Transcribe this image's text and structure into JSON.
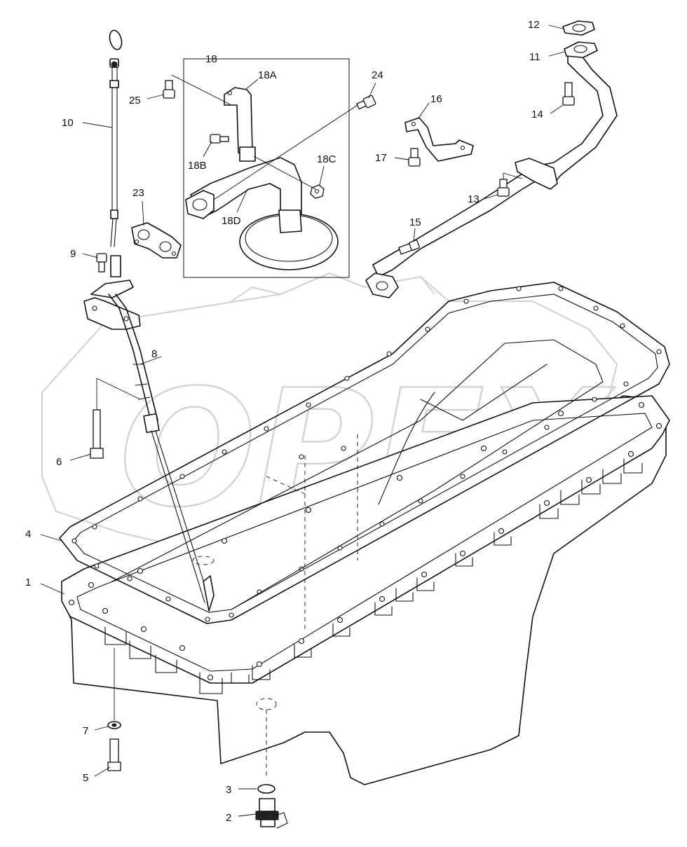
{
  "watermark": {
    "text": "OPEX"
  },
  "callouts": {
    "c1": "1",
    "c2": "2",
    "c3": "3",
    "c4": "4",
    "c5": "5",
    "c6": "6",
    "c7": "7",
    "c8": "8",
    "c9": "9",
    "c10": "10",
    "c11": "11",
    "c12": "12",
    "c13": "13",
    "c14": "14",
    "c15": "15",
    "c16": "16",
    "c17": "17",
    "c18": "18",
    "c18A": "18A",
    "c18B": "18B",
    "c18C": "18C",
    "c18D": "18D",
    "c23": "23",
    "c24": "24",
    "c25": "25"
  },
  "colors": {
    "line": "#111111",
    "background": "#ffffff",
    "watermark": "#d4d4d4"
  },
  "icons": {
    "oil-pan": "oil-pan-shape",
    "dipstick": "dipstick-shape",
    "drain-plug": "drain-plug-shape"
  }
}
